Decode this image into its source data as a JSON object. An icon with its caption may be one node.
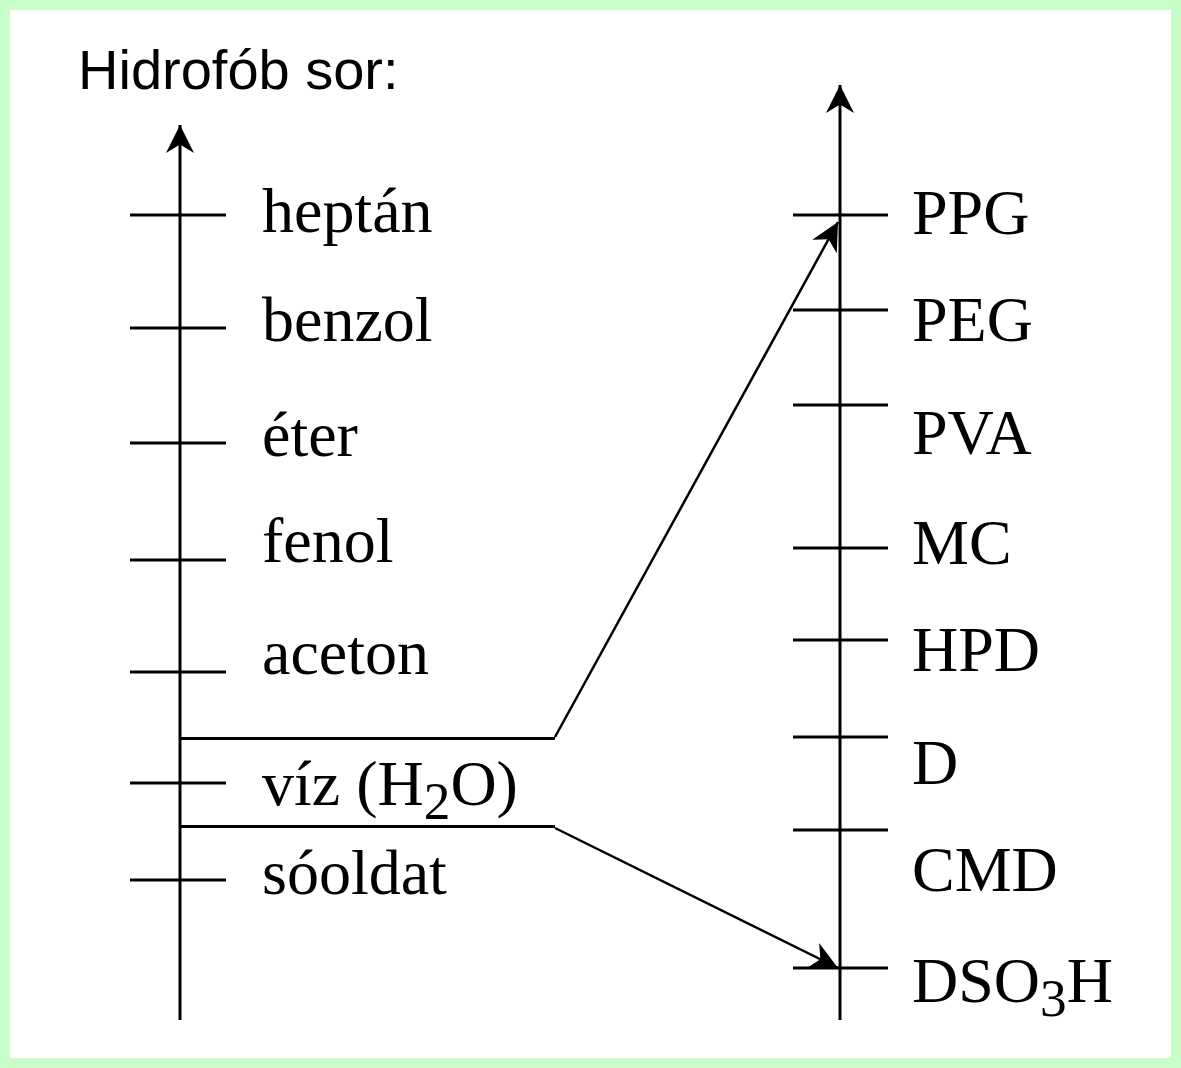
{
  "diagram": {
    "title": "Hidrofób sor:",
    "nodes": [
      {
        "text": [
          "víz (H$_{2}$O)"
        ]
      },
      {
        "text": [
          "PPG"
        ]
      },
      {
        "text": [
          "DSO$_{3}$H"
        ]
      }
    ],
    "edges": [
      {
        "from": 0,
        "to": 1,
        "arrow": "to"
      },
      {
        "from": 0,
        "to": 2,
        "arrow": "to"
      }
    ],
    "labels": [
      "heptán",
      "benzol",
      "éter",
      "fenol",
      "aceton",
      "sóoldat",
      "PEG",
      "PVA",
      "MC",
      "HPD",
      "D",
      "CMD"
    ]
  }
}
